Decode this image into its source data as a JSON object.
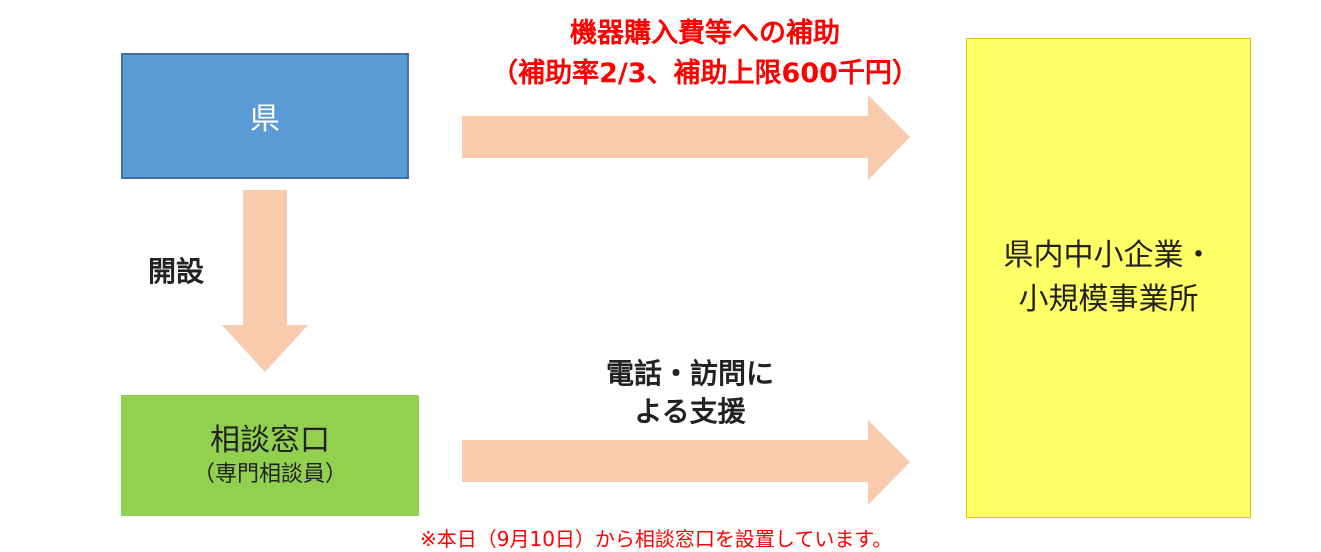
{
  "nodes": {
    "prefecture": "県",
    "consultation_desk": "相談窓口",
    "consultation_desk_sub": "（専門相談員）",
    "businesses_line1": "県内中小企業・",
    "businesses_line2": "小規模事業所"
  },
  "edges": {
    "subsidy_line1": "機器購入費等への補助",
    "subsidy_line2": "（補助率2/3、補助上限600千円）",
    "establish": "開設",
    "support_line1": "電話・訪問に",
    "support_line2": "よる支援"
  },
  "footnote": "※本日（9月10日）から相談窓口を設置しています。",
  "colors": {
    "prefecture_box": "#5b9bd5",
    "desk_box": "#92d050",
    "business_box": "#ffff66",
    "arrow": "#f8cbad",
    "accent_red": "#ff0000"
  }
}
